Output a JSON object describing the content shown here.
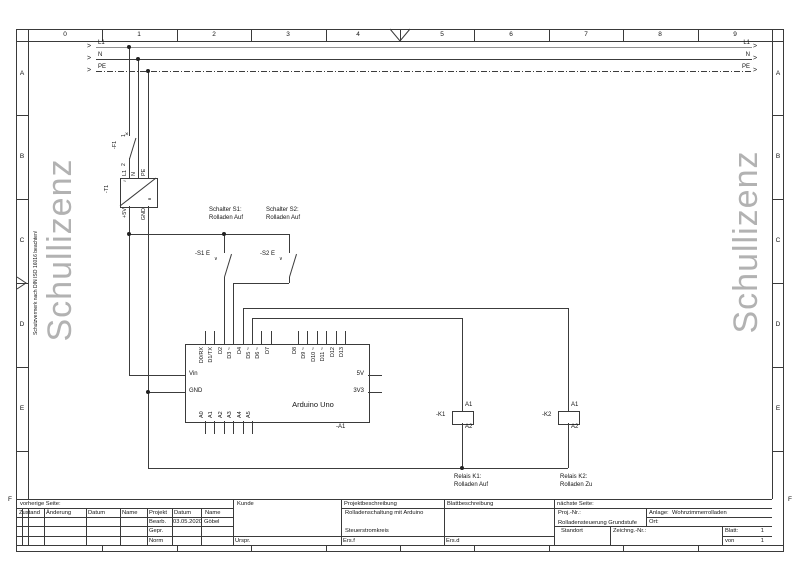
{
  "frame": {
    "column_labels": [
      "0",
      "1",
      "2",
      "3",
      "4",
      "5",
      "6",
      "7",
      "8",
      "9"
    ],
    "row_labels": [
      "A",
      "B",
      "C",
      "D",
      "E",
      "F"
    ],
    "protection_note": "Schutzvermerk nach DIN ISO 16016 beachten!",
    "watermark": "Schullizenz"
  },
  "glyphs": {
    "rail_arrow": ">",
    "actuator": "∨",
    "breaker_cross": "×"
  },
  "rails": {
    "l1": "L1",
    "n": "N",
    "pe": "PE"
  },
  "fuse": {
    "ref": "-F1",
    "terminal_top": "1",
    "terminal_bottom": "2"
  },
  "psu": {
    "ref": "-T1",
    "pin_l1": "L1",
    "pin_n": "N",
    "pin_pe": "PE",
    "pin_5v": "+5V",
    "pin_gnd": "GND",
    "ac_mark": "~",
    "dc_mark": "="
  },
  "switch1": {
    "ref": "-S1 E",
    "caption_line1": "Schalter S1:",
    "caption_line2": "Rolladen Auf"
  },
  "switch2": {
    "ref": "-S2 E",
    "caption_line1": "Schalter S2:",
    "caption_line2": "Rolladen Auf"
  },
  "arduino": {
    "title": "Arduino Uno",
    "ref": "-A1",
    "top_pins": [
      "D0/RX",
      "D1/TX",
      "D2",
      "D3 ~",
      "D4",
      "D5 ~",
      "D6 ~",
      "D7",
      "D8",
      "D9 ~",
      "D10 ~",
      "D11 ~",
      "D12",
      "D13"
    ],
    "left_pins": [
      "Vin",
      "GND"
    ],
    "right_pins": [
      "5V",
      "3V3"
    ],
    "bottom_pins": [
      "A0",
      "A1",
      "A2",
      "A3",
      "A4",
      "A5"
    ]
  },
  "relay1": {
    "ref": "-K1",
    "a1": "A1",
    "a2": "A2",
    "caption_line1": "Relais K1:",
    "caption_line2": "Rolladen Auf"
  },
  "relay2": {
    "ref": "-K2",
    "a1": "A1",
    "a2": "A2",
    "caption_line1": "Relais K2:",
    "caption_line2": "Rolladen Zu"
  },
  "title_block": {
    "prev_page": "vorherige Seite:",
    "next_page": "nächste Seite:",
    "col_zustand": "Zustand",
    "col_aenderung": "Änderung",
    "col_datum": "Datum",
    "col_name": "Name",
    "col_projekt": "Projekt",
    "col_datum2": "Datum",
    "col_name2": "Name",
    "row_bearb": "Bearb.",
    "row_gepr": "Gepr.",
    "row_norm": "Norm",
    "bearb_datum": "03.05.2020",
    "bearb_name": "Göbel",
    "kunde": "Kunde",
    "urspr": "Urspr.",
    "projektbeschreibung": "Projektbeschreibung",
    "projekt_titel": "Rolladenschaltung mit Arduino",
    "blatt_titel": "Steuerstromkreis",
    "ersf": "Ers.f",
    "ersd": "Ers.d",
    "blattbeschreibung": "Blattbeschreibung",
    "proj_nr_label": "Proj.-Nr.:",
    "proj_name": "Rolladensteuerung Grundstufe",
    "anlage_label": "Anlage:",
    "anlage_value": "Wohnzimmerrolladen",
    "ort_label": "Ort:",
    "standort": "Standort",
    "zeichng_nr": "Zeichng.-Nr.:",
    "blatt_label": "Blatt:",
    "blatt_nr": "1",
    "von_label": "von",
    "von_nr": "1"
  }
}
